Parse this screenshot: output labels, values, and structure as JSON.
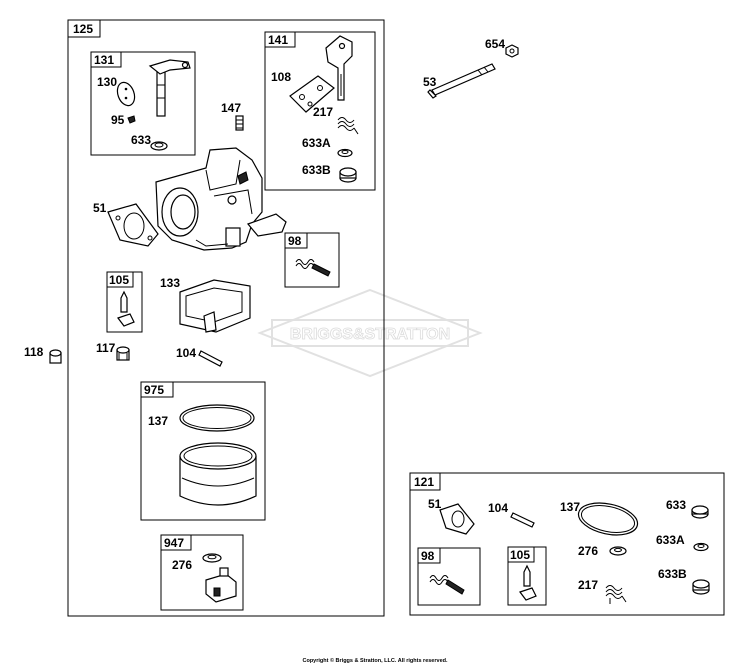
{
  "brand": "BRIGGS&STRATTON",
  "copyright": "Copyright © Briggs & Stratton, LLC. All rights reserved.",
  "assemblies": {
    "a125": "125",
    "a131": "131",
    "a141": "141",
    "a98": "98",
    "a105": "105",
    "a975": "975",
    "a947": "947",
    "a121": "121",
    "a98b": "98",
    "a105b": "105"
  },
  "parts": {
    "p130": "130",
    "p95": "95",
    "p633_131": "633",
    "p147": "147",
    "p108": "108",
    "p217": "217",
    "p633a": "633A",
    "p633b": "633B",
    "p51": "51",
    "p133": "133",
    "p117": "117",
    "p104": "104",
    "p118": "118",
    "p137": "137",
    "p276": "276",
    "p654": "654",
    "p53": "53",
    "r51": "51",
    "r104": "104",
    "r137": "137",
    "r633": "633",
    "r633a": "633A",
    "r633b": "633B",
    "r276": "276",
    "r217": "217"
  }
}
